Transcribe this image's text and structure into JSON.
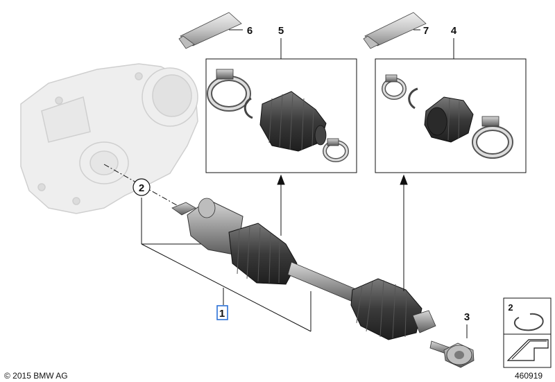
{
  "callouts": {
    "c1": "1",
    "c2": "2",
    "c3": "3",
    "c4": "4",
    "c5": "5",
    "c6": "6",
    "c7": "7",
    "legend_number": "2"
  },
  "footer": {
    "copyright": "© 2015 BMW AG",
    "diagram_number": "460919"
  },
  "colors": {
    "line": "#111111",
    "ghost_part": "#d9d9d9",
    "boot_rubber": "#3a3a3a",
    "metal": "#9a9a9a",
    "selection": "#2a6fd6"
  },
  "icons": {
    "grease_tube": "grease-tube-icon",
    "hose_clamp": "hose-clamp-icon",
    "snap_ring": "snap-ring-icon",
    "axle_boot": "axle-boot-icon",
    "drive_shaft": "drive-shaft-icon",
    "collar_bolt": "collar-bolt-icon",
    "differential": "differential-icon",
    "arrow": "arrow-icon"
  }
}
